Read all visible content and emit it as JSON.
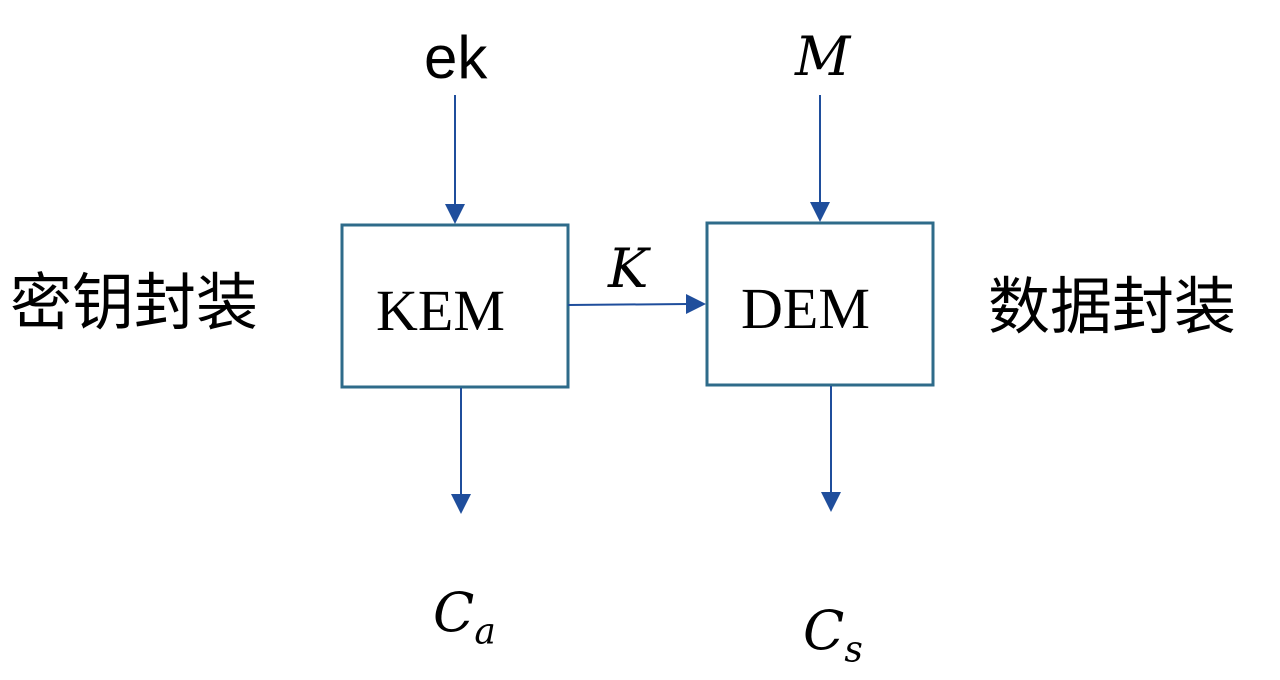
{
  "left_caption": "密钥封装",
  "right_caption": "数据封装",
  "kem": {
    "input": "ek",
    "box_label": "KEM",
    "output_base": "C",
    "output_sub": "a"
  },
  "dem": {
    "input": "M",
    "box_label": "DEM",
    "output_base": "C",
    "output_sub": "s"
  },
  "key_label": "K",
  "colors": {
    "box_stroke": "#2e6b8a",
    "arrow": "#1f4e9c",
    "text": "#000000"
  }
}
